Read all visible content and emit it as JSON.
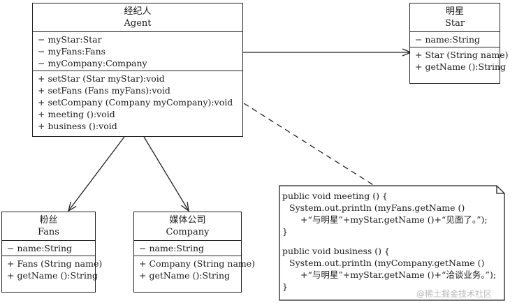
{
  "agent": {
    "title_cn": "经纪人",
    "title_en": "Agent",
    "attributes": [
      "− myStar:Star",
      "− myFans:Fans",
      "− myCompany:Company"
    ],
    "operations": [
      "+ setStar (Star myStar):void",
      "+ setFans (Fans myFans):void",
      "+ setCompany (Company myCompany):void",
      "+ meeting ():void",
      "+ business ():void"
    ]
  },
  "star": {
    "title_cn": "明星",
    "title_en": "Star",
    "attributes": [
      "− name:String"
    ],
    "operations": [
      "+ Star (String name)",
      "+ getName ():String"
    ]
  },
  "fans": {
    "title_cn": "粉丝",
    "title_en": "Fans",
    "attributes": [
      "− name:String"
    ],
    "operations": [
      "+ Fans (String name)",
      "+ getName ():String"
    ]
  },
  "company": {
    "title_cn": "媒体公司",
    "title_en": "Company",
    "attributes": [
      "− name:String"
    ],
    "operations": [
      "+ Company (String name)",
      "+ getName ():String"
    ]
  },
  "note": {
    "lines": [
      "public void meeting () {",
      "System.out.println (myFans.getName ()",
      "+“与明星”+myStar.getName ()+“见面了。”);",
      "}",
      "public void business () {",
      "System.out.println (myCompany.getName ()",
      "+“与明星”+myStar.getName ()+“洽谈业务。”);",
      "}"
    ]
  },
  "watermark": "@稀土掘金技术社区"
}
